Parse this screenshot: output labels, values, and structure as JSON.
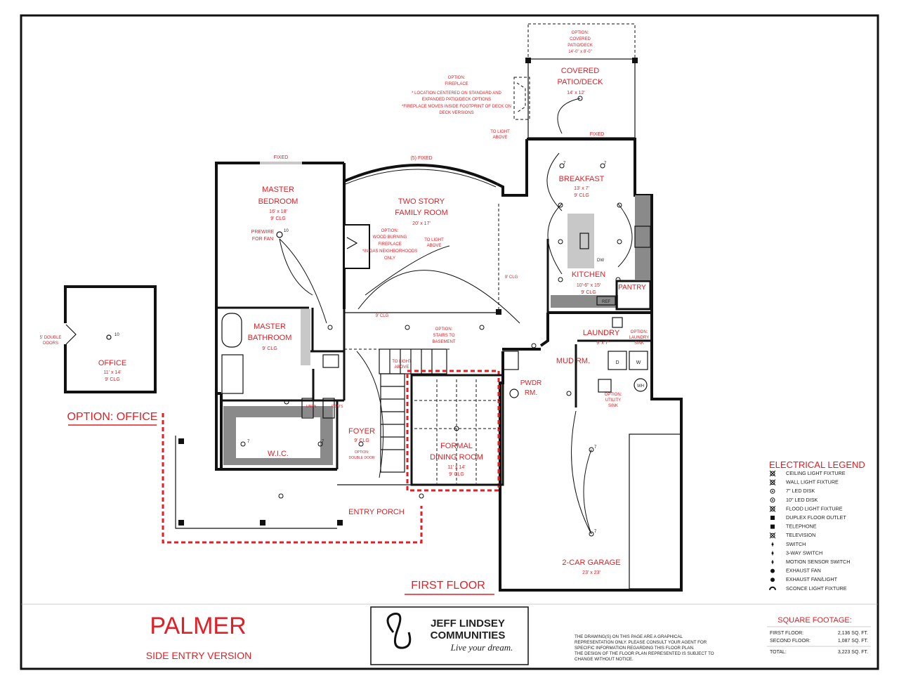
{
  "plan": {
    "name": "PALMER",
    "version": "SIDE ENTRY VERSION",
    "floor_label": "FIRST FLOOR",
    "option_office_label": "OPTION: OFFICE"
  },
  "rooms": {
    "covered_patio": {
      "name1": "COVERED",
      "name2": "PATIO/DECK",
      "dims": "14' x 12'"
    },
    "option_patio": {
      "l1": "OPTION:",
      "l2": "COVERED",
      "l3": "PATIO/DECK",
      "l4": "14'-0\" x 8'-0\""
    },
    "breakfast": {
      "name": "BREAKFAST",
      "dims": "13' x 7'",
      "clg": "9' CLG"
    },
    "kitchen": {
      "name": "KITCHEN",
      "dims": "10'-6\" x 15'",
      "clg": "9' CLG"
    },
    "master_bedroom": {
      "name1": "MASTER",
      "name2": "BEDROOM",
      "dims": "16' x 18'",
      "clg": "9' CLG"
    },
    "family_room": {
      "name1": "TWO STORY",
      "name2": "FAMILY ROOM",
      "dims": "20' x 17'"
    },
    "master_bath": {
      "name1": "MASTER",
      "name2": "BATHROOM",
      "clg": "9' CLG"
    },
    "wic": {
      "name": "W.I.C."
    },
    "foyer": {
      "name": "FOYER",
      "clg": "9' CLG"
    },
    "dining": {
      "name1": "FORMAL",
      "name2": "DINING ROOM",
      "dims": "11' x 14'",
      "clg": "9' CLG"
    },
    "laundry": {
      "name": "LAUNDRY",
      "dims": "9' x 7'"
    },
    "mud": {
      "name": "MUD RM."
    },
    "pwdr": {
      "name1": "PWDR",
      "name2": "RM."
    },
    "pantry": {
      "name": "PANTRY"
    },
    "garage": {
      "name": "2-CAR GARAGE",
      "dims": "23' x 23'"
    },
    "entry_porch": {
      "name": "ENTRY PORCH"
    },
    "office": {
      "name": "OFFICE",
      "dims": "11' x 14'",
      "clg": "9' CLG"
    }
  },
  "notes": {
    "fixed": "FIXED",
    "five_fixed": "(5) FIXED",
    "fp_l1": "OPTION:",
    "fp_l2": "FIREPLACE",
    "fp_l3": "* LOCATION CENTERED ON STANDARD AND",
    "fp_l4": "EXPANDED PATIO/DECK OPTIONS",
    "fp_l5": "*FIREPLACE MOVES INSIDE FOOTPRINT OF DECK ON",
    "fp_l6": "DECK VERSIONS",
    "to_light_above": "TO LIGHT ABOVE",
    "to_light": "TO LIGHT",
    "above": "ABOVE",
    "prewire1": "PREWIRE",
    "prewire2": "FOR FAN",
    "wood_l1": "OPTION:",
    "wood_l2": "WOOD BURNING",
    "wood_l3": "FIREPLACE",
    "wood_l4": "*IN GAS NEIGHBORHOODS",
    "wood_l5": "ONLY",
    "fam_clg": "9' CLG",
    "hall_clg": "9' CLG",
    "stairs_l1": "OPTION:",
    "stairs_l2": "STAIRS TO",
    "stairs_l3": "BASEMENT",
    "laundry_sink_l1": "OPTION:",
    "laundry_sink_l2": "LAUNDRY",
    "laundry_sink_l3": "SINK",
    "utility_l1": "OPTION:",
    "utility_l2": "UTILITY",
    "utility_l3": "SINK",
    "double_door_l1": "OPTION:",
    "double_door_l2": "DOUBLE DOOR",
    "office_doors_l1": "5' DOUBLE",
    "office_doors_l2": "DOORS",
    "dw": "DW",
    "ref": "REF",
    "linen": "LINEN",
    "coats": "COATS",
    "d": "D",
    "w": "W",
    "wh": "WH",
    "num10": "10",
    "num7": "7"
  },
  "legend": {
    "title": "ELECTRICAL LEGEND",
    "items": [
      {
        "label": "CEILING LIGHT FIXTURE",
        "icon": "ceiling-light-icon"
      },
      {
        "label": "WALL LIGHT FIXTURE",
        "icon": "wall-light-icon"
      },
      {
        "label": "7\" LED DISK",
        "icon": "led-disk-7-icon"
      },
      {
        "label": "10\" LED DISK",
        "icon": "led-disk-10-icon"
      },
      {
        "label": "FLOOD LIGHT FIXTURE",
        "icon": "flood-light-icon"
      },
      {
        "label": "DUPLEX FLOOR OUTLET",
        "icon": "floor-outlet-icon"
      },
      {
        "label": "TELEPHONE",
        "icon": "telephone-icon"
      },
      {
        "label": "TELEVISION",
        "icon": "television-icon"
      },
      {
        "label": "SWITCH",
        "icon": "switch-icon"
      },
      {
        "label": "3-WAY SWITCH",
        "icon": "three-way-switch-icon"
      },
      {
        "label": "MOTION SENSOR SWITCH",
        "icon": "motion-switch-icon"
      },
      {
        "label": "EXHAUST FAN",
        "icon": "exhaust-fan-icon"
      },
      {
        "label": "EXHAUST FAN/LIGHT",
        "icon": "exhaust-fan-light-icon"
      },
      {
        "label": "SCONCE LIGHT FIXTURE",
        "icon": "sconce-icon"
      }
    ]
  },
  "footage": {
    "title": "SQUARE FOOTAGE:",
    "rows": [
      {
        "label": "FIRST FLOOR:",
        "value": "2,136 SQ. FT."
      },
      {
        "label": "SECOND FLOOR:",
        "value": "1,087 SQ. FT."
      },
      {
        "label": "TOTAL:",
        "value": "3,223 SQ. FT."
      }
    ]
  },
  "builder": {
    "name1": "JEFF LINDSEY",
    "name2": "COMMUNITIES",
    "tagline": "Live your dream."
  },
  "disclaimer": {
    "l1": "THE DRAWING(S) ON THIS PAGE ARE A GRAPHICAL",
    "l2": "REPRESENTATION ONLY. PLEASE CONSULT YOUR AGENT FOR",
    "l3": "SPECIFIC INFORMATION REGARDING THIS FLOOR PLAN.",
    "l4": "THE DESIGN OF THE FLOOR PLAN REPRESENTED IS SUBJECT TO",
    "l5": "CHANGE WITHOUT NOTICE."
  },
  "colors": {
    "accent": "#e21f26",
    "line": "#111111"
  }
}
